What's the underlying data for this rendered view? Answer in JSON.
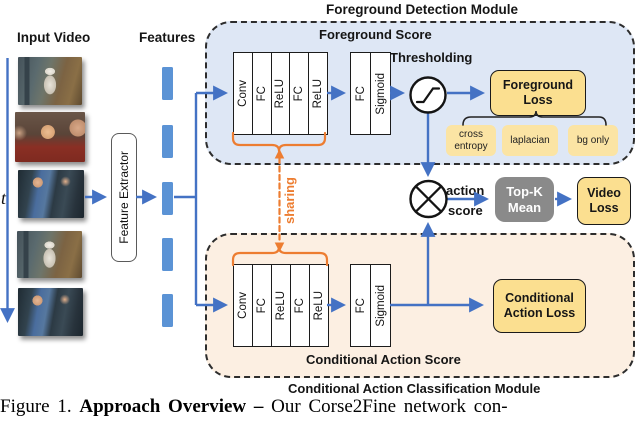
{
  "colors": {
    "arrow-blue": "#4472C4",
    "feature-bar-blue": "#5B93D5",
    "sharing-orange": "#ED7D31",
    "loss-yellow": "#FBDF90",
    "sub-loss-yellow": "#FBE4A4",
    "topk-gray": "#8A8A8A",
    "fg-module-bg": "#DEE7F5",
    "action-module-bg": "#FCEFE2"
  },
  "left_panel": {
    "input_video_label": "Input Video",
    "time_label": "t",
    "features_label": "Features",
    "feature_extractor_label": "Feature Extractor"
  },
  "foreground_module": {
    "title": "Foreground Detection Module",
    "score_label": "Foreground Score",
    "layers": [
      "Conv",
      "FC",
      "ReLU",
      "FC",
      "ReLU"
    ],
    "head": [
      "FC",
      "Sigmoid"
    ],
    "thresholding_label": "Thresholding",
    "loss_label": "Foreground Loss",
    "sub_losses": [
      "cross entropy",
      "laplacian",
      "bg only"
    ]
  },
  "sharing_label": "sharing",
  "fusion": {
    "action_word": "action",
    "score_word": "score",
    "topk_label": "Top-K Mean",
    "video_loss_label": "Video Loss"
  },
  "conditional_module": {
    "title": "Conditional Action Classification Module",
    "score_label": "Conditional Action Score",
    "layers": [
      "Conv",
      "FC",
      "ReLU",
      "FC",
      "ReLU"
    ],
    "head": [
      "FC",
      "Sigmoid"
    ],
    "loss_label": "Conditional Action Loss"
  },
  "caption": {
    "figure_label": "Figure 1.",
    "bold_title": "Approach Overview –",
    "text": "Our Corse2Fine network con-"
  }
}
